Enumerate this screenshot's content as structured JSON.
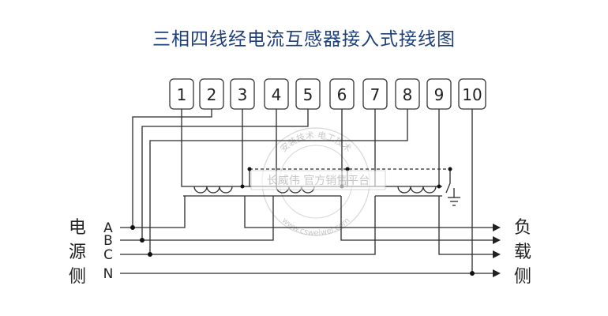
{
  "title": "三相四线经电流互感器接入式接线图",
  "terminals": [
    "1",
    "2",
    "3",
    "4",
    "5",
    "6",
    "7",
    "8",
    "9",
    "10"
  ],
  "phases": [
    "A",
    "B",
    "C",
    "N"
  ],
  "source_side": [
    "电",
    "源",
    "侧"
  ],
  "load_side": [
    "负",
    "载",
    "侧"
  ],
  "watermark": {
    "arc_top": "安装技术 电工技术",
    "center": "长威伟 官方销售平台",
    "arc_bottom": "www.csweiwei.com"
  }
}
